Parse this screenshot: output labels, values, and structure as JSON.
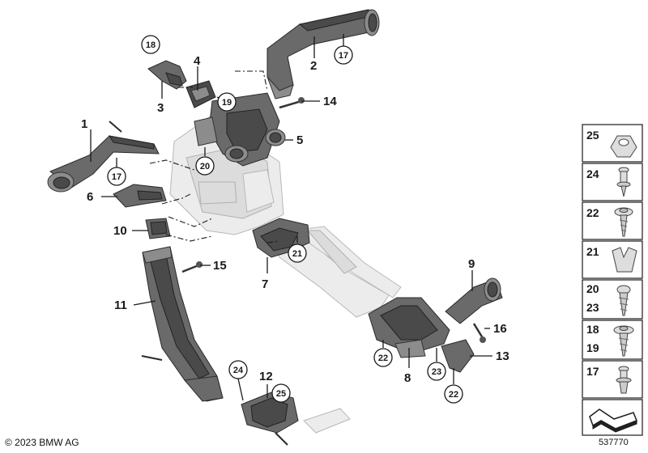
{
  "copyright": "© 2023 BMW AG",
  "diagram_number": "537770",
  "callouts": {
    "c1": "1",
    "c2": "2",
    "c3": "3",
    "c4": "4",
    "c5": "5",
    "c6": "6",
    "c7": "7",
    "c8": "8",
    "c9": "9",
    "c10": "10",
    "c11": "11",
    "c12": "12",
    "c13": "13",
    "c14": "14",
    "c15": "15",
    "c16": "16"
  },
  "circled_callouts": {
    "r18": "18",
    "r19": "19",
    "r17a": "17",
    "r17b": "17",
    "r20": "20",
    "r21": "21",
    "r22a": "22",
    "r22b": "22",
    "r23": "23",
    "r24": "24",
    "r25": "25"
  },
  "parts_panel": [
    {
      "labels": [
        "25"
      ]
    },
    {
      "labels": [
        "24"
      ]
    },
    {
      "labels": [
        "22"
      ]
    },
    {
      "labels": [
        "21"
      ]
    },
    {
      "labels": [
        "20",
        "23"
      ]
    },
    {
      "labels": [
        "18",
        "19"
      ]
    },
    {
      "labels": [
        "17"
      ]
    },
    {
      "labels": []
    }
  ]
}
